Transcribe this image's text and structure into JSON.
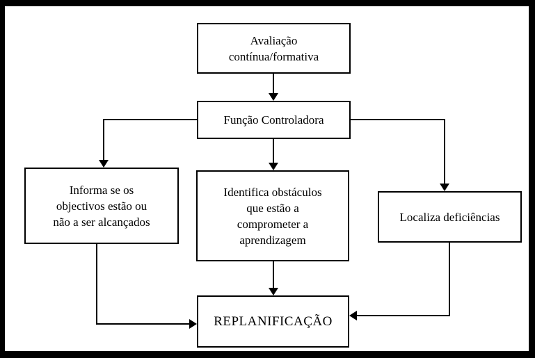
{
  "colors": {
    "frame": "#000000",
    "background": "#ffffff",
    "line": "#000000",
    "text": "#000000",
    "box_fill": "#ffffff"
  },
  "diagram": {
    "type": "flowchart",
    "nodes": {
      "avaliacao": {
        "label": "Avaliação\ncontínua/formativa"
      },
      "funcao": {
        "label": "Função Controladora"
      },
      "informa": {
        "label": "Informa se os\nobjectivos estão ou\nnão a ser alcançados"
      },
      "identifica": {
        "label": "Identifica obstáculos\nque estão a\ncomprometer a\naprendizagem"
      },
      "localiza": {
        "label": "Localiza deficiências"
      },
      "replanificacao": {
        "label": "REPLANIFICAÇÃO"
      }
    },
    "edges": [
      {
        "from": "avaliacao",
        "to": "funcao"
      },
      {
        "from": "funcao",
        "to": "informa"
      },
      {
        "from": "funcao",
        "to": "identifica"
      },
      {
        "from": "funcao",
        "to": "localiza"
      },
      {
        "from": "informa",
        "to": "replanificacao"
      },
      {
        "from": "identifica",
        "to": "replanificacao"
      },
      {
        "from": "localiza",
        "to": "replanificacao"
      }
    ]
  }
}
